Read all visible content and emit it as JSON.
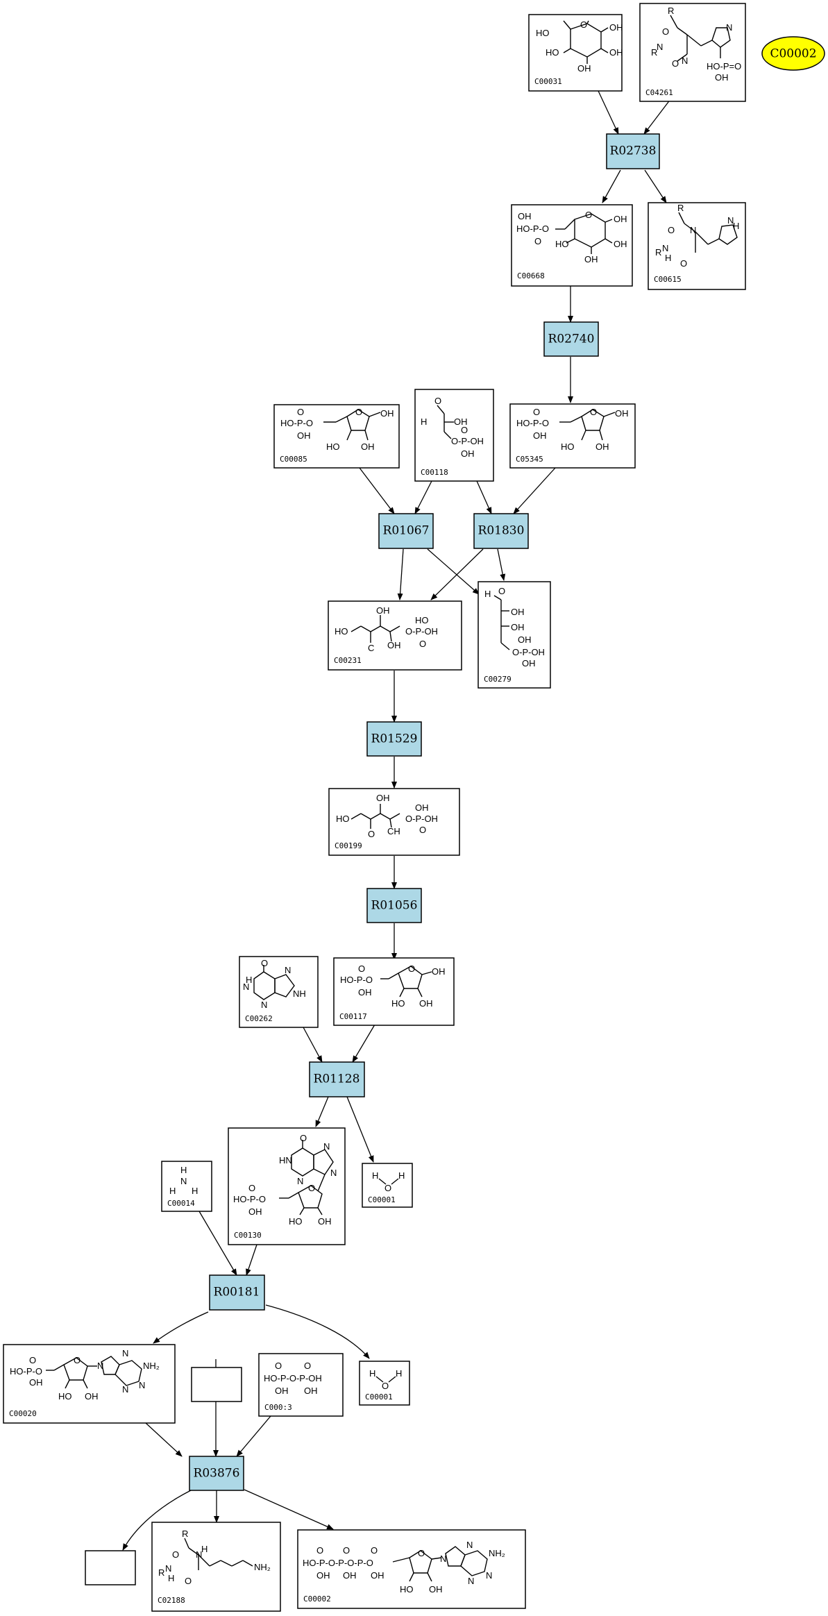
{
  "reactions": {
    "R02738": "R02738",
    "R02740": "R02740",
    "R01067": "R01067",
    "R01830": "R01830",
    "R01529": "R01529",
    "R01056": "R01056",
    "R01128": "R01128",
    "R00181": "R00181",
    "R03876": "R03876"
  },
  "compounds": {
    "c00031": "C00031",
    "c04261": "C04261",
    "c00668": "C00668",
    "c00615": "C00615",
    "c00085": "C00085",
    "c00118": "C00118",
    "c05345": "C05345",
    "c00231": "C00231",
    "c00279": "C00279",
    "c00199": "C00199",
    "c00262": "C00262",
    "c00117": "C00117",
    "c00130": "C00130",
    "c00014": "C00014",
    "c00001a": "C00001",
    "c00001b": "C00001",
    "c00020": "C00020",
    "c00013": "C000:3",
    "c02188": "C02188",
    "c00002": "C00002"
  },
  "highlight": {
    "label": "C00002",
    "color": "#ffff00"
  },
  "colors": {
    "reaction_fill": "#add8e6",
    "compound_fill": "#ffffff",
    "stroke": "#000000"
  },
  "atoms": {
    "HO": "HO",
    "OH": "OH",
    "O": "O",
    "P": "P",
    "R": "R",
    "N": "N",
    "NH": "NH",
    "NH2": "NH₂",
    "H": "H",
    "C": "C",
    "CH": "CH",
    "HOP": "HO-P",
    "OP": "O-P",
    "P_O": "P=O"
  }
}
